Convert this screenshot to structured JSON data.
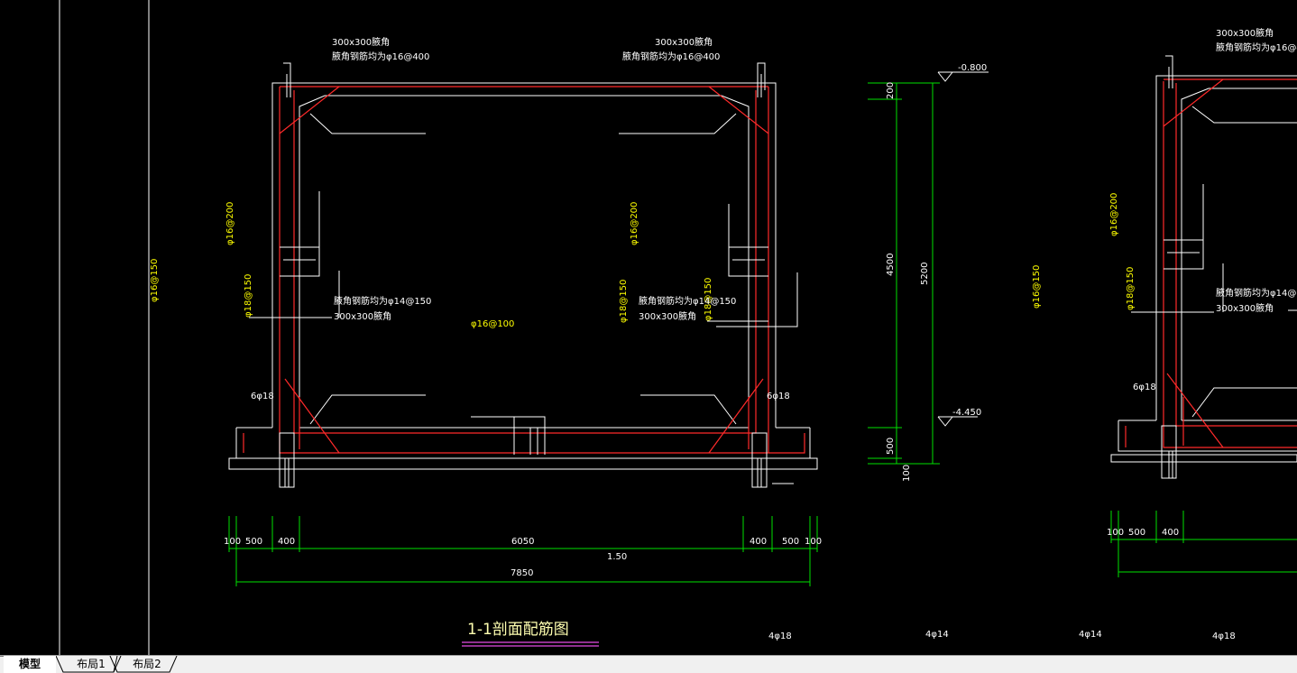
{
  "drawing": {
    "title": "1-1剖面配筋图",
    "callouts": {
      "corner_size": "300x300腋角",
      "corner_bar_left": "腋角钢筋均为φ16@400",
      "corner_bar_right": "腋角钢筋均为φ16@400",
      "mid_bar": "腋角钢筋均为φ14@150",
      "mid_size": "300x300腋角"
    },
    "bars": {
      "wall_outer_left": "φ16@200",
      "wall_outer_right": "φ16@200",
      "wall_inner_left": "φ18@150",
      "wall_inner_right": "φ18@150",
      "far_left": "φ16@150",
      "mid_right": "φ16@150",
      "slab": "φ16@100",
      "six_bar_left": "6φ18",
      "six_bar_right": "6φ18",
      "bottom_1": "4φ18",
      "bottom_2": "4φ14",
      "bottom_3": "4φ14",
      "bottom_4": "4φ18"
    },
    "elevations": {
      "top": "-0.800",
      "bottom": "-4.450"
    },
    "dims": {
      "d100": "100",
      "d500": "500",
      "d400": "400",
      "d6050": "6050",
      "d150": "1.50",
      "d7850": "7850",
      "v200": "200",
      "v4500": "4500",
      "v5200": "5200",
      "v500": "500"
    }
  },
  "tabs": [
    {
      "label": "模型",
      "active": true
    },
    {
      "label": "布局1",
      "active": false
    },
    {
      "label": "布局2",
      "active": false
    }
  ],
  "colors": {
    "background": "#000000",
    "structure": "#ffffff",
    "rebar": "#ff2a2a",
    "dimension": "#00e000",
    "label": "#ffff00"
  }
}
